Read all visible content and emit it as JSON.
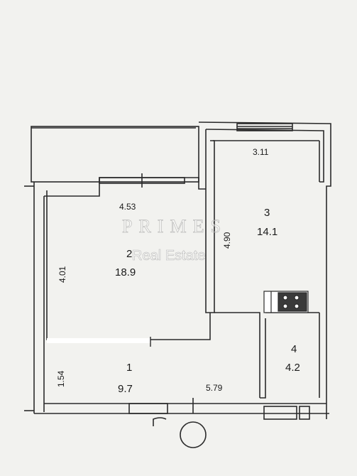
{
  "dimensions": {
    "top_right_room_width": "3.11",
    "living_room_width": "4.53",
    "living_room_depth": "4.01",
    "kitchen_depth": "4.90",
    "hall_depth": "1.54",
    "hall_width": "5.79"
  },
  "rooms": [
    {
      "number": "1",
      "area": "9.7"
    },
    {
      "number": "2",
      "area": "18.9"
    },
    {
      "number": "3",
      "area": "14.1"
    },
    {
      "number": "4",
      "area": "4.2"
    }
  ],
  "watermark": {
    "brand": "PRIMES",
    "subtitle": "Real Estate"
  },
  "colors": {
    "paper": "#f4f4f1",
    "wall": "#2b2b2b",
    "outer": "#d9d9d6"
  }
}
